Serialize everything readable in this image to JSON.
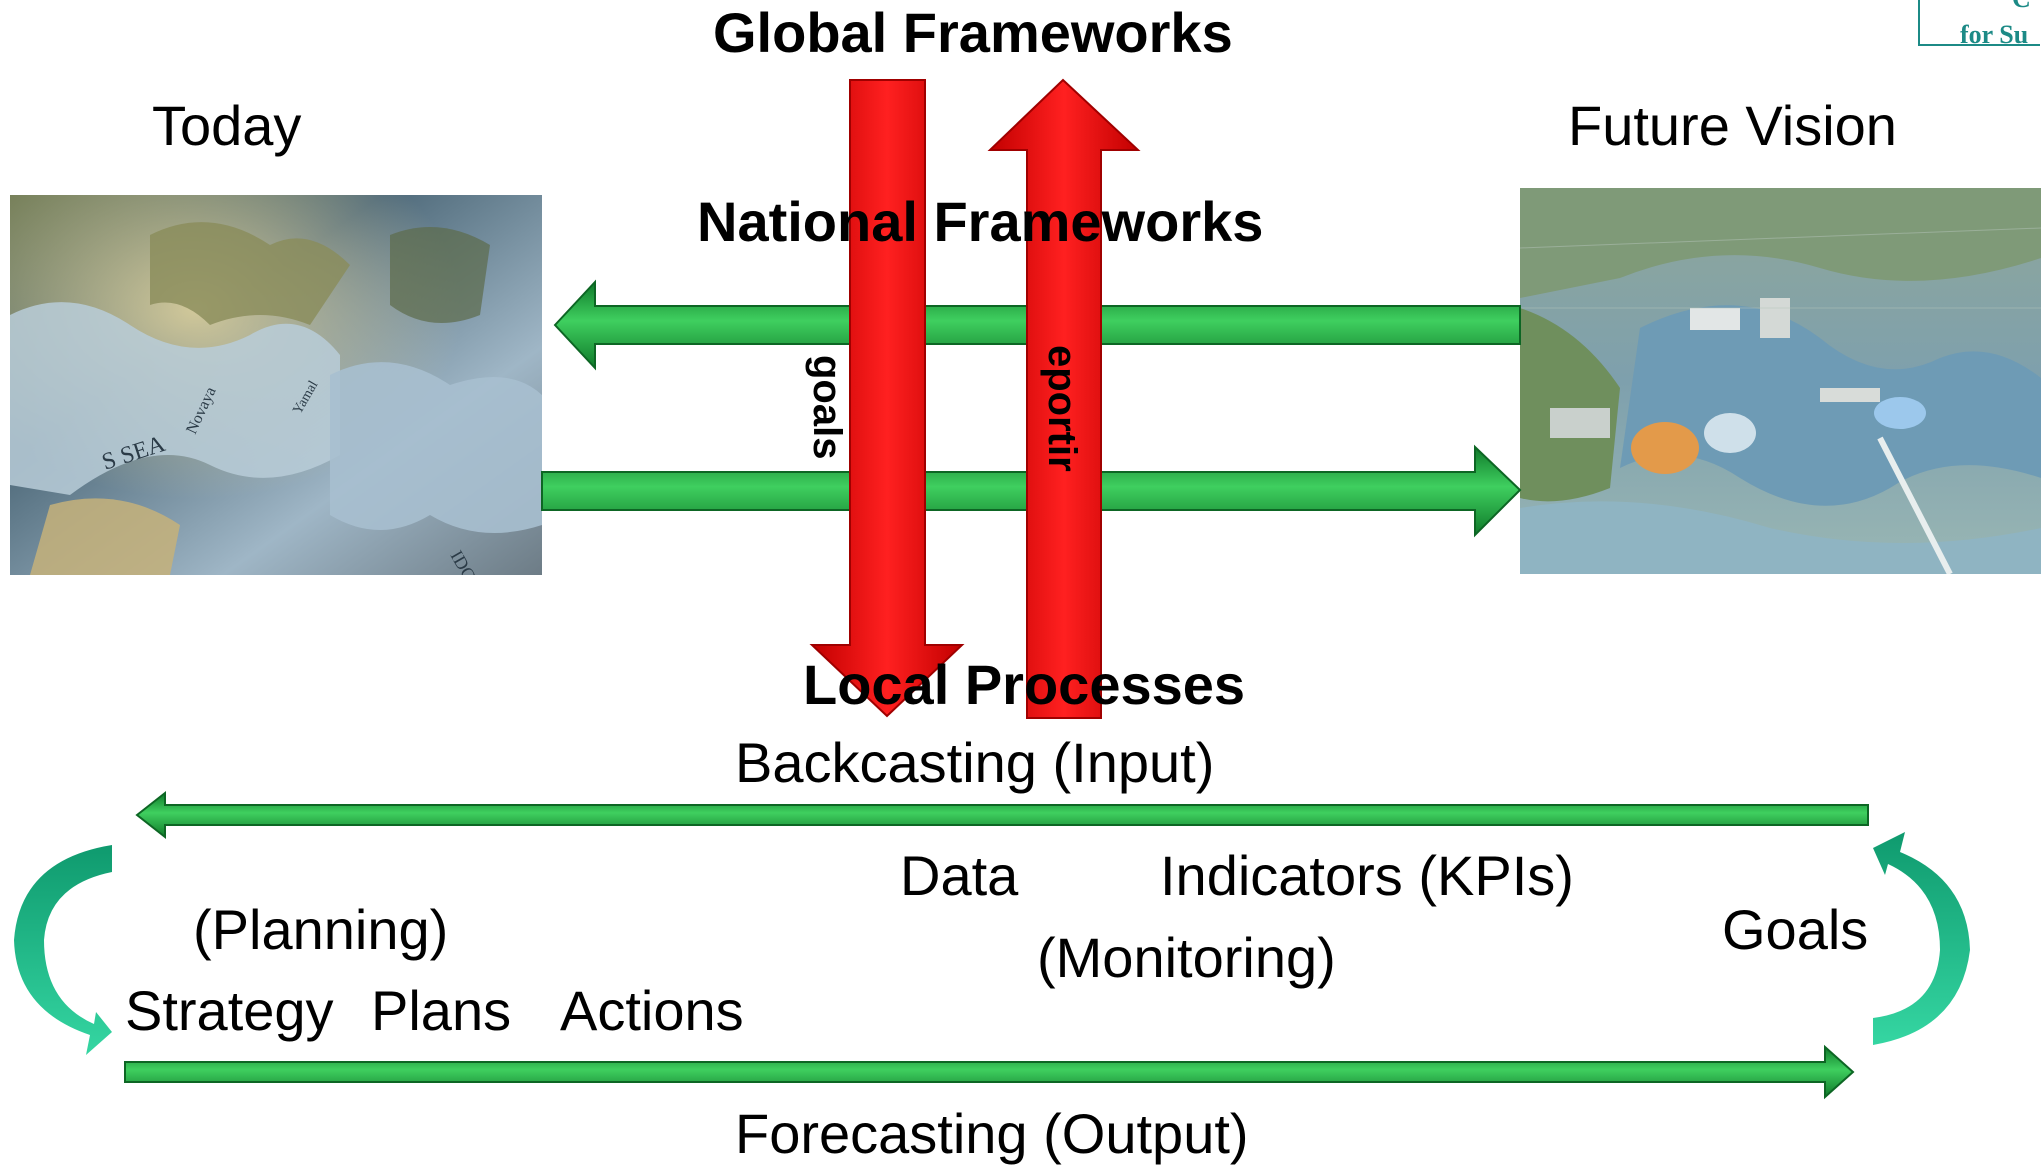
{
  "title": "Global  Frameworks",
  "labels": {
    "today": "Today",
    "future_vision": "Future Vision",
    "national_frameworks": "National Frameworks",
    "local_processes": "Local Processes",
    "goals_arrow": "goals",
    "reporting_arrow": "eportir",
    "backcasting": "Backcasting (Input)",
    "forecasting": "Forecasting (Output)",
    "data": "Data",
    "indicators": "Indicators (KPIs)",
    "monitoring": "(Monitoring)",
    "goals": "Goals",
    "planning": "(Planning)",
    "strategy": "Strategy",
    "plans": "Plans",
    "actions": "Actions"
  },
  "logo": {
    "line1": "C",
    "line2": "for Su"
  },
  "images": {
    "today": "jigsaw-puzzle-map-photo",
    "future": "aerial-city-waterfront-render"
  },
  "colors": {
    "red_arrow": "#ff1a1a",
    "green_arrow": "#22a33f",
    "teal_curve": "#1fbf8f",
    "logo": "#1c8a86"
  }
}
